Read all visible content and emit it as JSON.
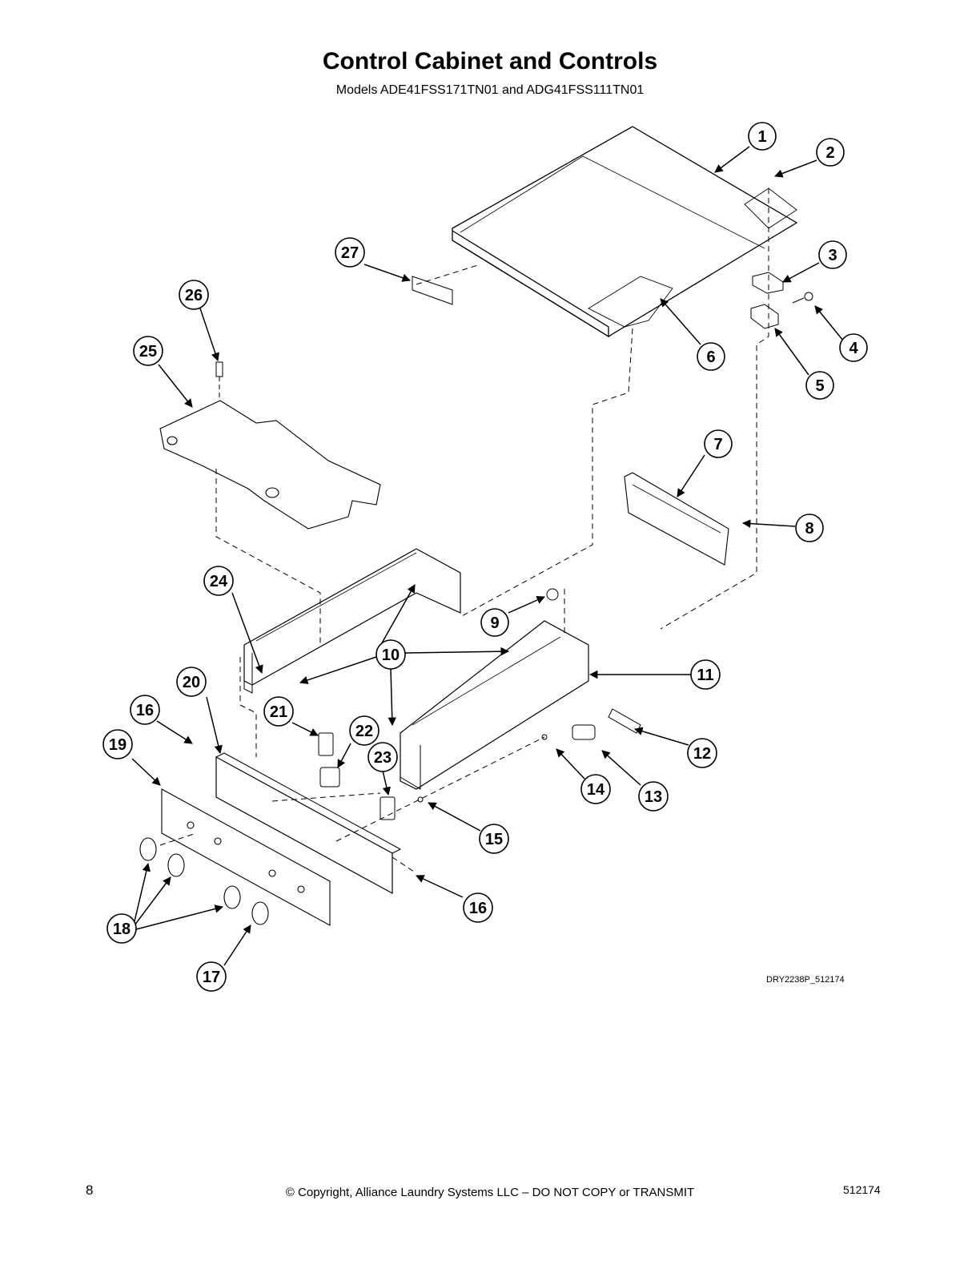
{
  "header": {
    "title": "Control Cabinet and Controls",
    "subtitle": "Models ADE41FSS171TN01 and ADG41FSS111TN01"
  },
  "diagram": {
    "callouts": [
      {
        "label": "1"
      },
      {
        "label": "2"
      },
      {
        "label": "3"
      },
      {
        "label": "4"
      },
      {
        "label": "5"
      },
      {
        "label": "6"
      },
      {
        "label": "7"
      },
      {
        "label": "8"
      },
      {
        "label": "9"
      },
      {
        "label": "10"
      },
      {
        "label": "11"
      },
      {
        "label": "12"
      },
      {
        "label": "13"
      },
      {
        "label": "14"
      },
      {
        "label": "15"
      },
      {
        "label": "16"
      },
      {
        "label": "16"
      },
      {
        "label": "17"
      },
      {
        "label": "18"
      },
      {
        "label": "19"
      },
      {
        "label": "20"
      },
      {
        "label": "21"
      },
      {
        "label": "22"
      },
      {
        "label": "23"
      },
      {
        "label": "24"
      },
      {
        "label": "25"
      },
      {
        "label": "26"
      },
      {
        "label": "27"
      }
    ],
    "drawing_id": "DRY2238P_512174"
  },
  "footer": {
    "page_number": "8",
    "copyright": "© Copyright, Alliance Laundry Systems LLC – DO NOT COPY or TRANSMIT",
    "document_number": "512174"
  }
}
